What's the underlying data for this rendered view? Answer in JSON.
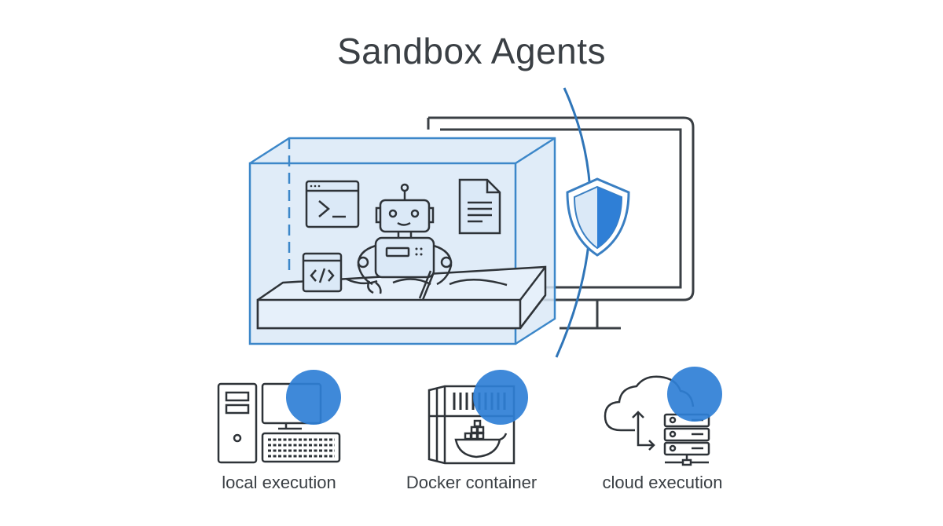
{
  "title": "Sandbox Agents",
  "colors": {
    "accent": "#2f7fd6",
    "box_fill": "#dbe9f7",
    "box_stroke": "#3c87c9",
    "ink": "#2e3338"
  },
  "sandbox": {
    "contents": [
      "terminal-window-icon",
      "robot-icon",
      "document-icon",
      "code-window-icon",
      "sandbox-tray"
    ]
  },
  "barrier": {
    "icon": "shield-icon",
    "host": "monitor-icon"
  },
  "options": [
    {
      "label": "local execution",
      "icon": "desktop-computer-icon"
    },
    {
      "label": "Docker container",
      "icon": "docker-container-icon"
    },
    {
      "label": "cloud execution",
      "icon": "cloud-server-icon"
    }
  ]
}
